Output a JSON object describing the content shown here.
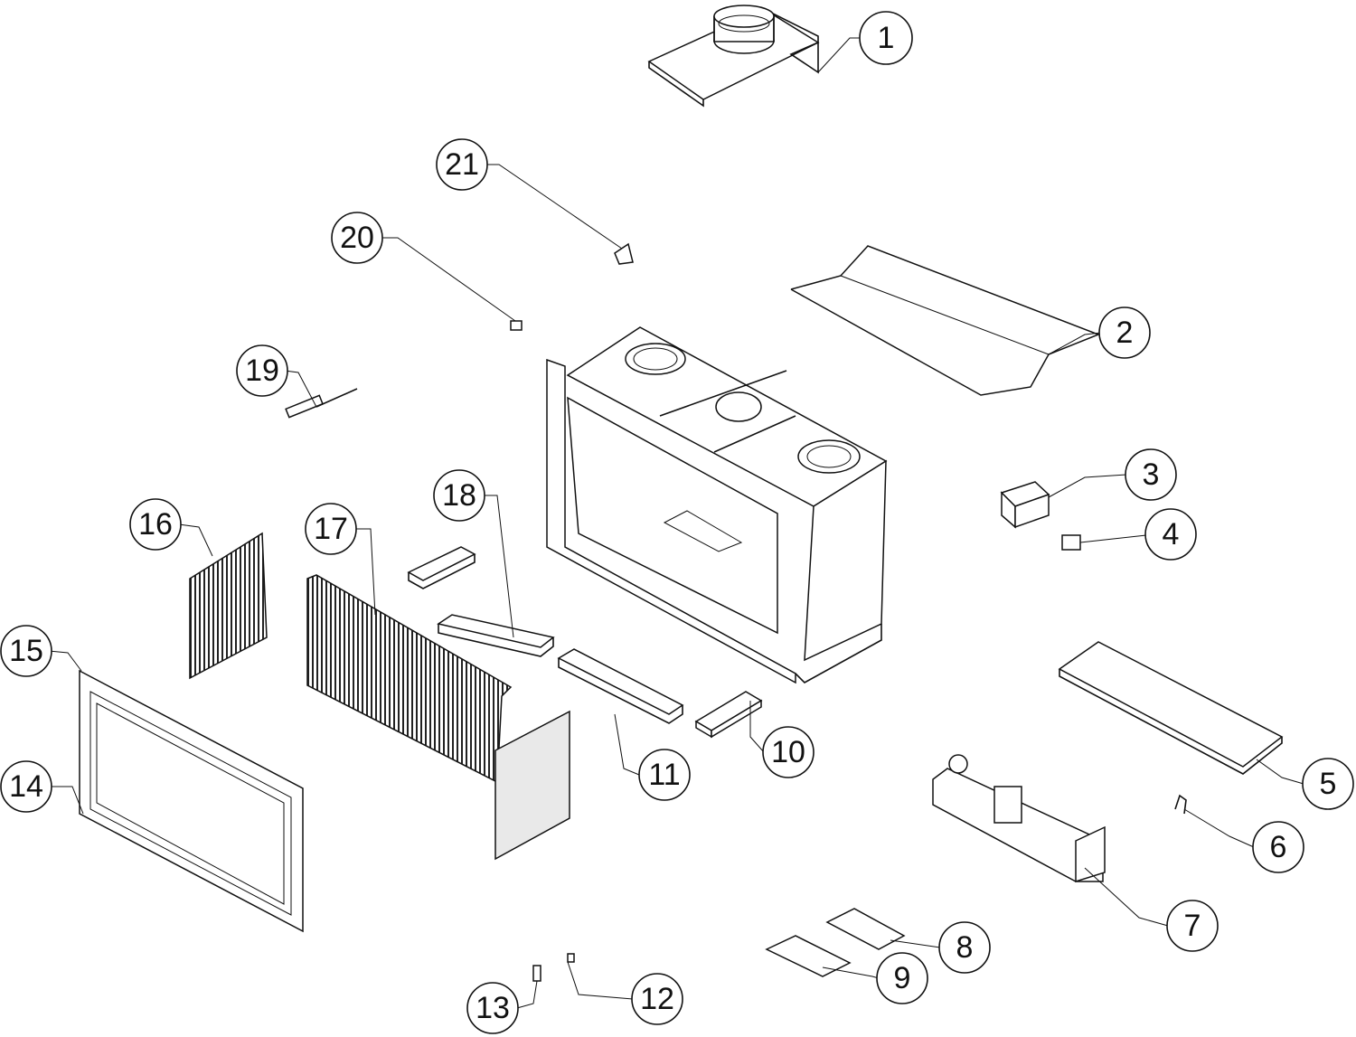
{
  "diagram": {
    "title": "",
    "type": "exploded parts diagram",
    "callouts": [
      {
        "number": "1"
      },
      {
        "number": "2"
      },
      {
        "number": "3"
      },
      {
        "number": "4"
      },
      {
        "number": "5"
      },
      {
        "number": "6"
      },
      {
        "number": "7"
      },
      {
        "number": "8"
      },
      {
        "number": "9"
      },
      {
        "number": "10"
      },
      {
        "number": "11"
      },
      {
        "number": "12"
      },
      {
        "number": "13"
      },
      {
        "number": "14"
      },
      {
        "number": "15"
      },
      {
        "number": "16"
      },
      {
        "number": "17"
      },
      {
        "number": "18"
      },
      {
        "number": "19"
      },
      {
        "number": "20"
      },
      {
        "number": "21"
      }
    ]
  }
}
